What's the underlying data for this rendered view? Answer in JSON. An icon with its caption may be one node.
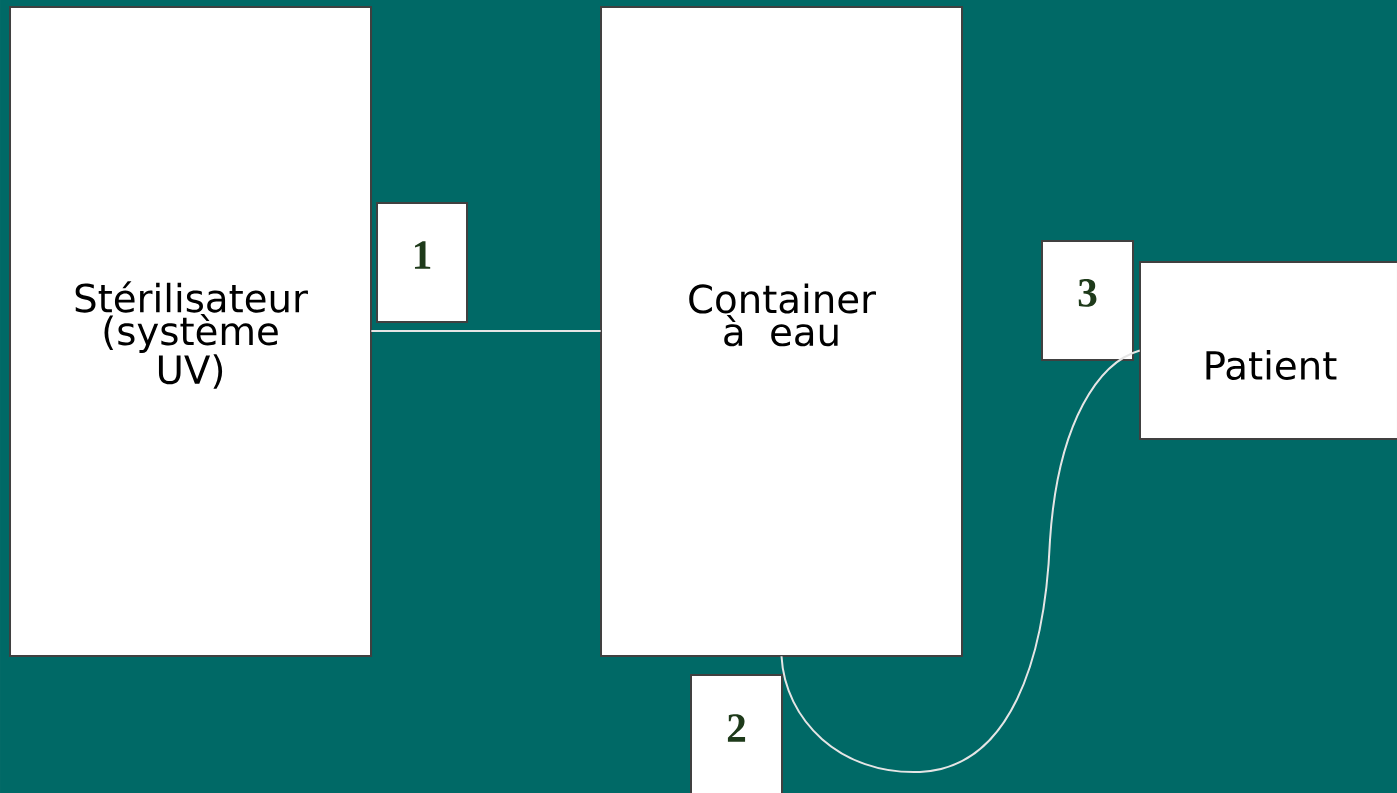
{
  "diagram": {
    "nodes": [
      {
        "text": [
          "Stérilisateur (système UV)"
        ]
      },
      {
        "text": [
          "1"
        ]
      },
      {
        "text": [
          "Container à eau"
        ]
      },
      {
        "text": [
          "3"
        ]
      },
      {
        "text": [
          "Patient"
        ]
      },
      {
        "text": [
          "2"
        ]
      }
    ],
    "edges": [
      {
        "from": 0,
        "to": 2,
        "arrow": "none"
      },
      {
        "from": 2,
        "to": 4,
        "arrow": "none"
      }
    ]
  }
}
